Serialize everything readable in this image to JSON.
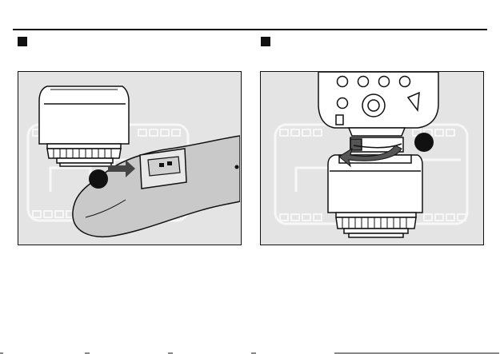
{
  "colors": {
    "ink": "#111111",
    "panel_background": "#e4e4e4",
    "watermark": "#f4f4f4",
    "bracket_fill": "#c9c9c9",
    "arrow_fill": "#444444"
  },
  "left_panel": {
    "step_marker": "filled-square",
    "illustration": "flash-receiver-sliding-onto-hot-shoe-bracket",
    "callout": "numbered-step-bubble"
  },
  "right_panel": {
    "step_marker": "filled-square",
    "illustration": "flash-mounted-on-receiver-locking-ring-rotation",
    "callout": "numbered-step-bubble"
  }
}
